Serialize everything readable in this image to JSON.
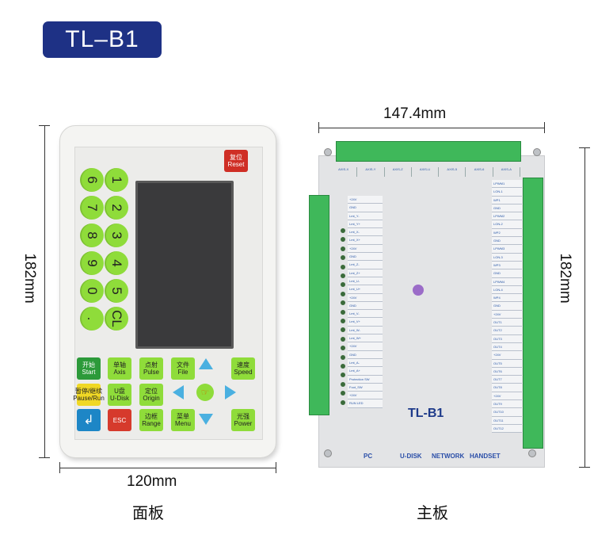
{
  "title": "TL–B1",
  "dimensions": {
    "panel_height": "182mm",
    "panel_width": "120mm",
    "board_width": "147.4mm",
    "board_height": "182mm"
  },
  "captions": {
    "panel": "面板",
    "board": "主板"
  },
  "panel": {
    "reset_label": "复位\nReset",
    "number_keys": [
      "6",
      "1",
      "7",
      "2",
      "8",
      "3",
      "9",
      "4",
      "0",
      "5",
      ".",
      "CL"
    ],
    "function_keys": [
      {
        "label": "开始\nStart"
      },
      {
        "label": "单轴\nAxis"
      },
      {
        "label": "点射\nPulse"
      },
      {
        "label": "文件\nFile"
      },
      {
        "label": "暂停/继续\nPause/Run"
      },
      {
        "label": "U盘\nU-Disk"
      },
      {
        "label": "定位\nOrigin"
      },
      {
        "label": "边框\nRange"
      },
      {
        "label": "ESC"
      },
      {
        "label": "菜单\nMenu"
      },
      {
        "label": "速度\nSpeed"
      },
      {
        "label": "光强\nPower"
      }
    ]
  },
  "board": {
    "name": "TL-B1",
    "top_labels": [
      "AXIS-X",
      "AXIS-Y",
      "AXIS-Z",
      "AXIS-U",
      "AXIS-5",
      "AXIS-6",
      "AXIS-A"
    ],
    "left_pins": [
      "+24V",
      "GND",
      "Lmt_Y-",
      "Lmt_Y+",
      "Lmt_X-",
      "Lmt_X+",
      "+24V",
      "GND",
      "Lmt_Z-",
      "Lmt_Z+",
      "Lmt_U-",
      "Lmt_U+",
      "+24V",
      "GND",
      "Lmt_V-",
      "Lmt_V+",
      "Lmt_W-",
      "Lmt_W+",
      "+24V",
      "GND",
      "Lmt_A-",
      "Lmt_A+",
      "Protection SW",
      "Foot_SW",
      "+24V",
      "RUN LED"
    ],
    "right_pins": [
      "LPWM1",
      "LON-1",
      "WP1",
      "GND",
      "LPWM2",
      "LON-2",
      "WP2",
      "GND",
      "LPWM3",
      "LON-3",
      "WP3",
      "GND",
      "LPWM4",
      "LON-4",
      "WP4",
      "GND",
      "+24V",
      "OUT1",
      "OUT2",
      "OUT3",
      "OUT4",
      "+24V",
      "OUT5",
      "OUT6",
      "OUT7",
      "OUT8",
      "+24V",
      "OUT9",
      "OUT10",
      "OUT11",
      "OUT12"
    ],
    "bottom_labels": [
      "PC",
      "U-DISK",
      "NETWORK",
      "HANDSET"
    ]
  }
}
